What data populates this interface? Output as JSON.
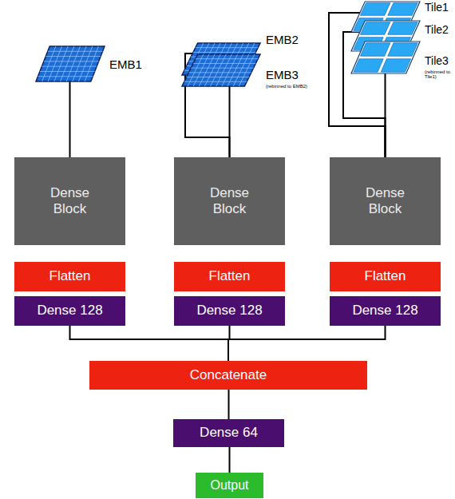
{
  "diagram": {
    "nodes": [
      {
        "text": [
          "EMB1"
        ]
      },
      {
        "text": [
          "EMB2"
        ]
      },
      {
        "text": [
          "EMB3",
          "(rebinned to EMB2)"
        ]
      },
      {
        "text": [
          "Tile1"
        ]
      },
      {
        "text": [
          "Tile2"
        ]
      },
      {
        "text": [
          "Tile3",
          "(rebinned to Tile1)"
        ]
      },
      {
        "text": [
          "Dense Block"
        ]
      },
      {
        "text": [
          "Dense Block"
        ]
      },
      {
        "text": [
          "Dense Block"
        ]
      },
      {
        "text": [
          "Flatten"
        ]
      },
      {
        "text": [
          "Flatten"
        ]
      },
      {
        "text": [
          "Flatten"
        ]
      },
      {
        "text": [
          "Dense 128"
        ]
      },
      {
        "text": [
          "Dense 128"
        ]
      },
      {
        "text": [
          "Dense 128"
        ]
      },
      {
        "text": [
          "Concatenate"
        ]
      },
      {
        "text": [
          "Dense 64"
        ]
      },
      {
        "text": [
          "Output"
        ]
      }
    ],
    "edges": [
      {
        "from": 0,
        "to": 6,
        "arrow": "none"
      },
      {
        "from": 1,
        "to": 7,
        "arrow": "none"
      },
      {
        "from": 2,
        "to": 7,
        "arrow": "none"
      },
      {
        "from": 3,
        "to": 8,
        "arrow": "none"
      },
      {
        "from": 4,
        "to": 8,
        "arrow": "none"
      },
      {
        "from": 5,
        "to": 8,
        "arrow": "none"
      },
      {
        "from": 12,
        "to": 15,
        "arrow": "none"
      },
      {
        "from": 13,
        "to": 15,
        "arrow": "none"
      },
      {
        "from": 14,
        "to": 15,
        "arrow": "none"
      },
      {
        "from": 15,
        "to": 16,
        "arrow": "none"
      },
      {
        "from": 16,
        "to": 17,
        "arrow": "none"
      }
    ]
  }
}
